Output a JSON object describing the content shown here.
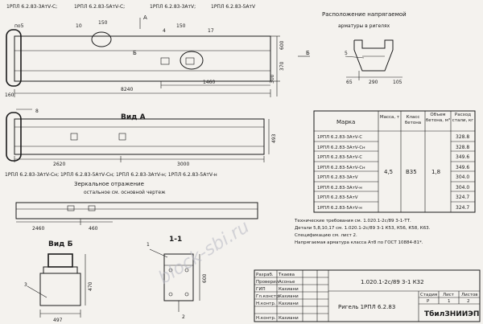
{
  "top_labels": [
    "1РПЛ 6.2.83-3AтV-С;",
    "1РПЛ 6.2.83-5AтV-С;",
    "1РПЛ 6.2.83-3AтV;",
    "1РПЛ 6.2.83-5AтV"
  ],
  "top_view": {
    "po5": "по5",
    "c10": "10",
    "d150a": "150",
    "c4": "4",
    "d150b": "150",
    "c17": "17",
    "arrowA": "А",
    "b_left": "Б",
    "b_right": "Б",
    "d1460": "1460",
    "d8240": "8240",
    "d160": "160",
    "d600": "600",
    "d370": "370",
    "d300": "300"
  },
  "section_title": [
    "Расположение напрягаемой",
    "арматуры в ригелях"
  ],
  "section": {
    "c5": "5",
    "d65": "65",
    "d290": "290",
    "d105": "105"
  },
  "view_a": {
    "title": "Вид А",
    "c8": "8",
    "d2620": "2620",
    "d3000": "3000",
    "d493": "493",
    "labels": "1РПЛ 6.2.83-3AтV-Сн; 1РПЛ 6.2.83-5AтV-Сн; 1РПЛ 6.2.83-3AтV-н; 1РПЛ 6.2.83-5AтV-н"
  },
  "mirror": {
    "title": "Зеркальное отражение",
    "subtitle": "остальное см. основной чертеж"
  },
  "mirror_dims": {
    "d2460": "2460",
    "d460": "460"
  },
  "table": {
    "headers": [
      "Марка",
      "Масса, т",
      "Класс бетона",
      "Объем бетона, м³",
      "Расход стали, кг"
    ],
    "rows": [
      {
        "mark": "1РПЛ 6.2.83-3AтV-С",
        "steel": "328.8"
      },
      {
        "mark": "1РПЛ 6.2.83-3AтV-Сн",
        "steel": "328.8"
      },
      {
        "mark": "1РПЛ 6.2.83-5AтV-С",
        "steel": "349.6"
      },
      {
        "mark": "1РПЛ 6.2.83-5AтV-Сн",
        "steel": "349.6"
      },
      {
        "mark": "1РПЛ 6.2.83-3AтV",
        "steel": "304.0"
      },
      {
        "mark": "1РПЛ 6.2.83-3AтV-н",
        "steel": "304.0"
      },
      {
        "mark": "1РПЛ 6.2.83-5AтV",
        "steel": "324.7"
      },
      {
        "mark": "1РПЛ 6.2.83-5AтV-н",
        "steel": "324.7"
      }
    ],
    "mass": "4,5",
    "concrete": "В35",
    "volume": "1,8"
  },
  "notes": [
    "Технические требования см. 1.020.1-2с/89 3-1-ТТ.",
    "Детали 5,8,10,17 см. 1.020.1-2с/89 3-1 К53, К56, К58, К63.",
    "Спецификацию см. лист 2.",
    "Напрягаемая арматура класса Ат8 по ГОСТ 10884-81*."
  ],
  "view_b": {
    "title": "Вид Б",
    "c3": "3",
    "d470": "470",
    "d497": "497"
  },
  "section_11": {
    "title": "1-1",
    "c1": "1",
    "c2": "2",
    "d600": "600"
  },
  "titleblock": {
    "roles": [
      "Разраб.",
      "Проверил",
      "ГИП",
      "Гл.констр.",
      "Н.контр.",
      "",
      "Н.контр."
    ],
    "names": [
      "Ткаева",
      "Асонье",
      "Кахиани",
      "Кахиани",
      "Кахиани",
      "",
      "Кахиани"
    ],
    "code": "1.020.1-2с/89 3-1 К32",
    "name": "Ригель  1РПЛ 6.2.83",
    "stage_h": "Стадия",
    "sheet_h": "Лист",
    "sheets_h": "Листов",
    "stage": "Р",
    "sheet": "1",
    "sheets": "2",
    "org": "ТбилЗНИИЭП"
  },
  "watermark": "block-sbi.ru"
}
